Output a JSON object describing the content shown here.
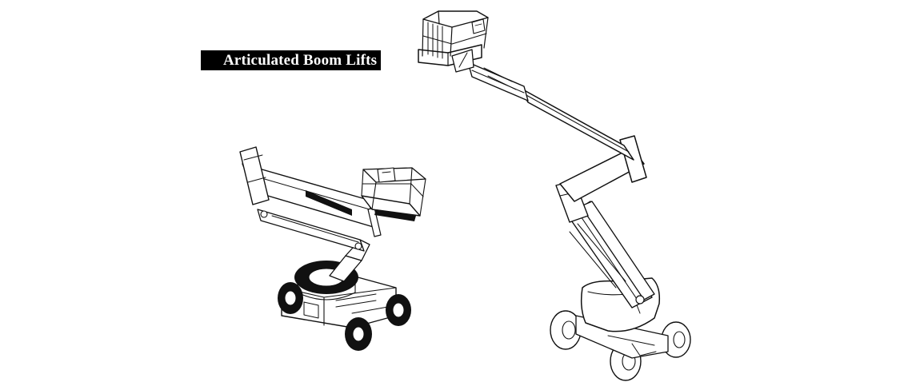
{
  "title": "Articulated Boom Lifts",
  "colors": {
    "background": "#ffffff",
    "ink": "#111111",
    "label_background": "#000000",
    "label_text": "#ffffff"
  },
  "figures": [
    {
      "icon": "articulated-boom-lift-compact-lowered"
    },
    {
      "icon": "articulated-boom-lift-extended-raised"
    }
  ]
}
